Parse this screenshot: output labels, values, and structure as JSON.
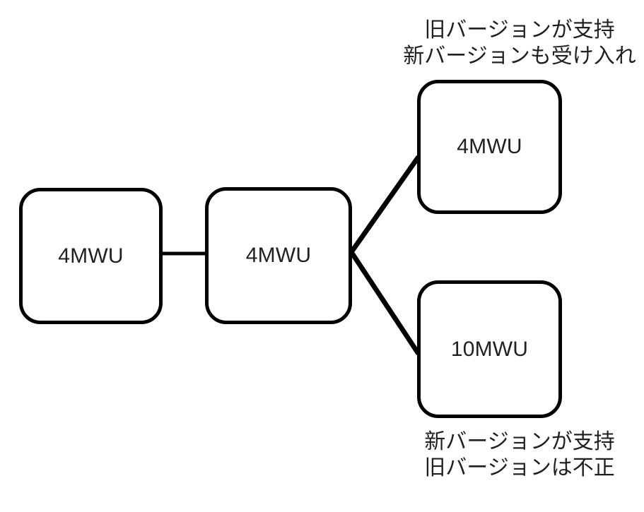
{
  "diagram": {
    "type": "node-link-diagram",
    "background_color": "#ffffff",
    "stroke_color": "#000000",
    "text_color": "#231f20",
    "nodes": [
      {
        "id": "left",
        "label": "4MWU"
      },
      {
        "id": "middle",
        "label": "4MWU"
      },
      {
        "id": "top",
        "label": "4MWU"
      },
      {
        "id": "bottom",
        "label": "10MWU"
      }
    ],
    "annotations": {
      "top": {
        "line1": "旧バージョンが支持",
        "line2": "新バージョンも受け入れ"
      },
      "bottom": {
        "line1": "新バージョンが支持",
        "line2": "旧バージョンは不正"
      }
    },
    "edges": [
      {
        "id": "left-to-middle",
        "from": "left",
        "to": "middle",
        "shape": "horizontal"
      },
      {
        "id": "middle-to-top",
        "from": "middle",
        "to": "top",
        "shape": "diagonal-up"
      },
      {
        "id": "middle-to-bottom",
        "from": "middle",
        "to": "bottom",
        "shape": "diagonal-down"
      }
    ]
  }
}
